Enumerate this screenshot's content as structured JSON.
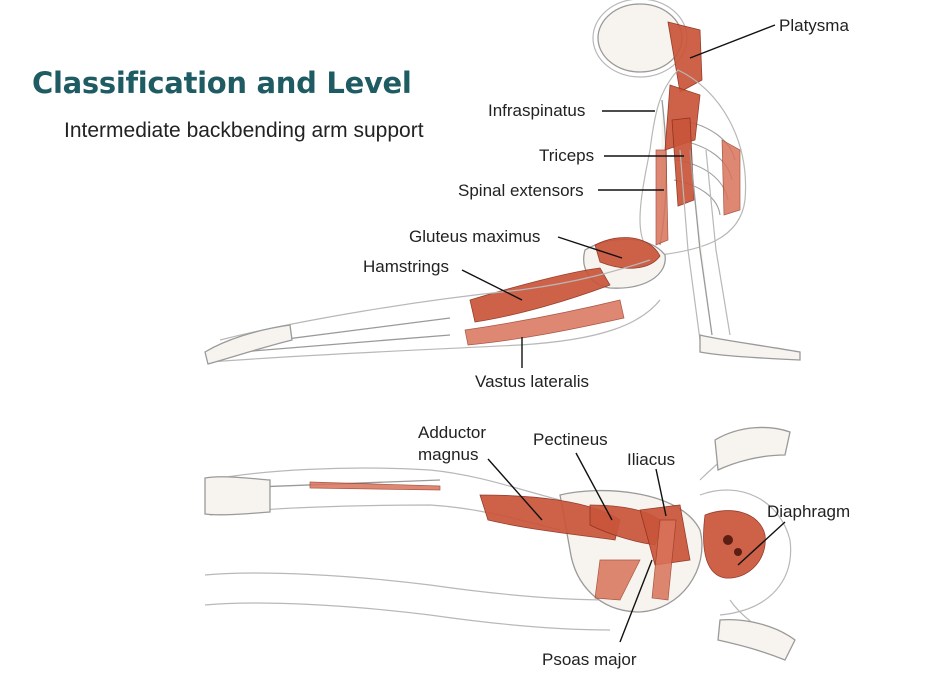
{
  "section": {
    "heading": "Classification and Level",
    "description": "Intermediate backbending arm support"
  },
  "labels": {
    "platysma": "Platysma",
    "infraspinatus": "Infraspinatus",
    "triceps": "Triceps",
    "spinal_extensors": "Spinal extensors",
    "gluteus_maximus": "Gluteus maximus",
    "hamstrings": "Hamstrings",
    "vastus_lateralis": "Vastus lateralis",
    "adductor_magnus_line1": "Adductor",
    "adductor_magnus_line2": "magnus",
    "pectineus": "Pectineus",
    "iliacus": "Iliacus",
    "diaphragm": "Diaphragm",
    "psoas_major": "Psoas major"
  },
  "colors": {
    "heading": "#1f5b62",
    "muscle": "#c9553a",
    "text": "#222222"
  }
}
